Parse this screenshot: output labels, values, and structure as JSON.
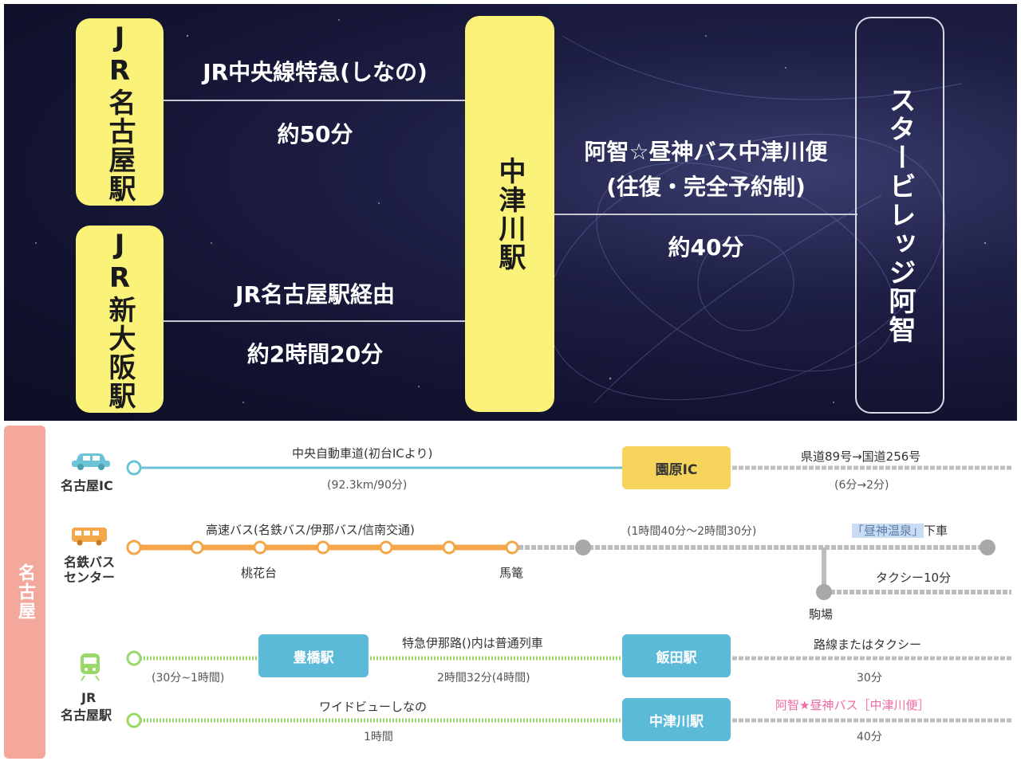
{
  "top": {
    "nagoya_station": "JR名古屋駅",
    "shin_osaka_station": "JR新大阪駅",
    "nakatsugawa_station": "中津川駅",
    "star_village": "スタービレッジ阿智",
    "route1_label": "JR中央線特急(しなの)",
    "route1_time": "約50分",
    "route2_label": "JR名古屋駅経由",
    "route2_time": "約2時間20分",
    "bus_label_line1": "阿智☆昼神バス中津川便",
    "bus_label_line2": "(往復・完全予約制)",
    "bus_time": "約40分"
  },
  "bottom": {
    "sidebar_label": "名古屋",
    "car": {
      "origin": "名古屋IC",
      "route": "中央自動車道(初台ICより)",
      "detail": "(92.3km/90分)",
      "ic_box": "園原IC",
      "next_route": "県道89号→国道256号",
      "next_time": "(6分→2分)"
    },
    "bus": {
      "origin_line1": "名鉄バス",
      "origin_line2": "センター",
      "route": "高速バス(名鉄バス/伊那バス/信南交通)",
      "stop1": "桃花台",
      "stop2": "馬篭",
      "time": "(1時間40分～2時間30分)",
      "dest_highlight": "「昼神温泉」",
      "dest_suffix": "下車",
      "taxi": "タクシー10分",
      "komaba": "駒場"
    },
    "train": {
      "origin_line1": "JR",
      "origin_line2": "名古屋駅",
      "toyohashi": "豊橋駅",
      "seg1_time": "(30分~1時間)",
      "route": "特急伊那路()内は普通列車",
      "seg2_time": "2時間32分(4時間)",
      "iida": "飯田駅",
      "iida_next": "路線またはタクシー",
      "iida_time": "30分",
      "wideview": "ワイドビューしなの",
      "wideview_time": "1時間",
      "nakatsugawa": "中津川駅",
      "achi_bus": "阿智★昼神バス［中津川便］",
      "achi_time": "40分"
    }
  },
  "colors": {
    "yellow_box": "#fbf27a",
    "sidebar": "#f4a89c",
    "car_line": "#6cc3d5",
    "bus_line": "#f4a64a",
    "train_line": "#9ad86a",
    "station_box": "#5bbad8",
    "ic_box": "#f6d35a",
    "gray_line": "#bdbdbd",
    "pink_text": "#f06aa0"
  }
}
